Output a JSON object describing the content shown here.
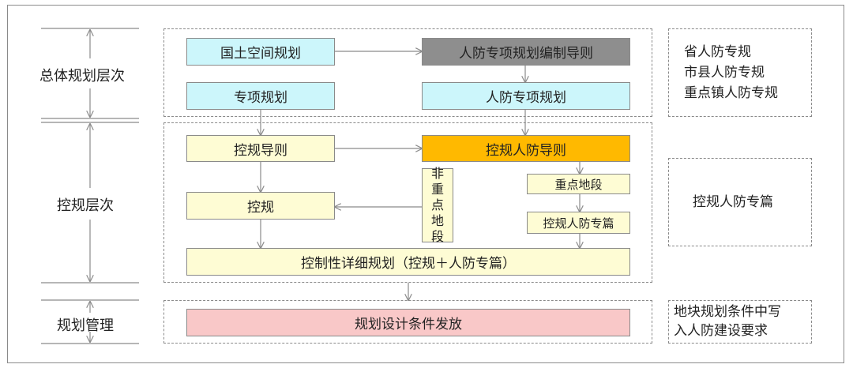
{
  "levels": {
    "overall": "总体规划层次",
    "regulatory": "控规层次",
    "management": "规划管理"
  },
  "boxes": {
    "land_planning": "国土空间规划",
    "civil_defense_guideline": "人防专项规划编制导则",
    "special_planning": "专项规划",
    "civil_defense_special": "人防专项规划",
    "regulatory_guideline": "控规导则",
    "regulatory_civil_guideline": "控规人防导则",
    "key_area": "重点地段",
    "regulatory": "控规",
    "non_key_area": [
      "非",
      "重",
      "点",
      "地",
      "段"
    ],
    "regulatory_civil_chapter": "控规人防专篇",
    "detailed_planning": "控制性详细规划（控规＋人防专篇）",
    "design_conditions": "规划设计条件发放"
  },
  "side_notes": {
    "overall": [
      "省人防专规",
      "市县人防专规",
      "重点镇人防专规"
    ],
    "regulatory": "控规人防专篇",
    "management": [
      "地块规划条件中写",
      "入人防建设要求"
    ]
  },
  "colors": {
    "cyan": "#ccf6fb",
    "gray": "#8e8e8e",
    "yellow": "#fefcd4",
    "orange": "#ffb900",
    "pink": "#f9c8c8",
    "line": "#8a8a8a"
  }
}
